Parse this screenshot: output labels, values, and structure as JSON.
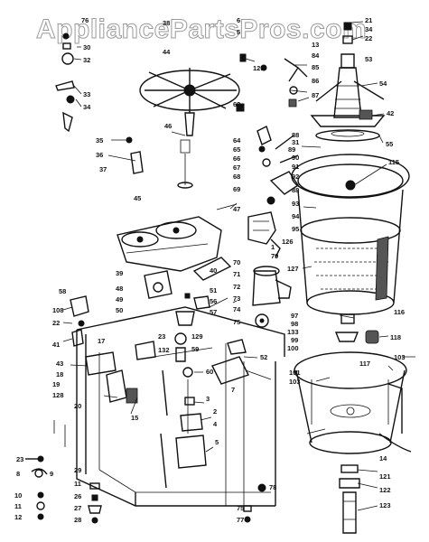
{
  "watermark": "AppliancePartsPros.com",
  "labels": [
    "21",
    "34",
    "22",
    "53",
    "54",
    "42",
    "55",
    "115",
    "88",
    "31",
    "89",
    "90",
    "91",
    "92",
    "88",
    "93",
    "94",
    "95",
    "126",
    "127",
    "97",
    "98",
    "133",
    "99",
    "100",
    "116",
    "118",
    "117",
    "103",
    "101",
    "103",
    "14",
    "121",
    "122",
    "123",
    "6",
    "5",
    "13",
    "84",
    "85",
    "86",
    "87",
    "125",
    "63",
    "64",
    "65",
    "66",
    "67",
    "68",
    "69",
    "70",
    "71",
    "72",
    "73",
    "74",
    "75",
    "76",
    "30",
    "32",
    "33",
    "34",
    "35",
    "36",
    "37",
    "38",
    "44",
    "46",
    "45",
    "47",
    "39",
    "48",
    "49",
    "50",
    "51",
    "56",
    "57",
    "58",
    "108",
    "22",
    "41",
    "17",
    "43",
    "18",
    "19",
    "128",
    "20",
    "23",
    "132",
    "129",
    "59",
    "60",
    "3",
    "2",
    "4",
    "5",
    "7",
    "15",
    "52",
    "23",
    "8",
    "9",
    "10",
    "11",
    "12",
    "11",
    "26",
    "27",
    "28",
    "29",
    "75",
    "77",
    "78",
    "79",
    "40",
    "1",
    "62"
  ],
  "colors": {
    "ink": "#111111",
    "watermark_outline": "#9a9a9a",
    "background": "#ffffff"
  }
}
